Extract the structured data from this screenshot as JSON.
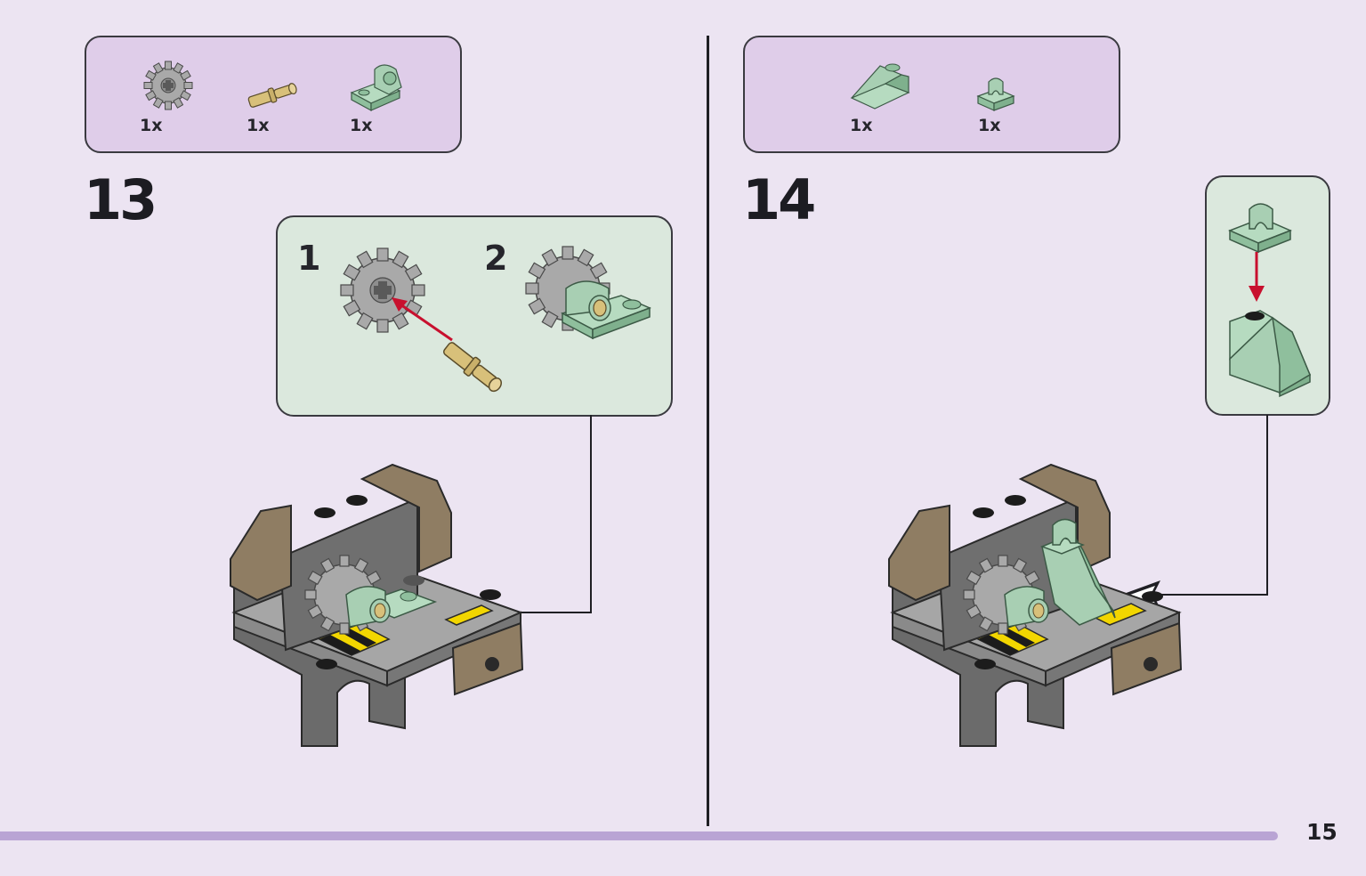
{
  "steps": [
    {
      "number": "13",
      "parts": [
        "1x",
        "1x",
        "1x"
      ],
      "substeps": [
        "1",
        "2"
      ]
    },
    {
      "number": "14",
      "parts": [
        "1x",
        "1x"
      ]
    }
  ],
  "page_number": "15",
  "colors": {
    "page_bg": "#ece4f2",
    "parts_box": "#dfcde9",
    "substep_box": "#dbe8dd",
    "sand_green": "#a8cfb3",
    "tan": "#d8c07a",
    "dark_tan": "#8f7d63",
    "light_gray": "#a6a6a6",
    "dark_gray": "#6b6b6b",
    "yellow": "#f2d600",
    "arrow_red": "#c8102e",
    "bottom_bar": "#b9a4d4"
  },
  "icons": [
    "gear-icon",
    "axle-pin-icon",
    "clip-plate-icon",
    "slope-brick-icon",
    "clip-tile-icon",
    "callout-arrow-icon"
  ]
}
